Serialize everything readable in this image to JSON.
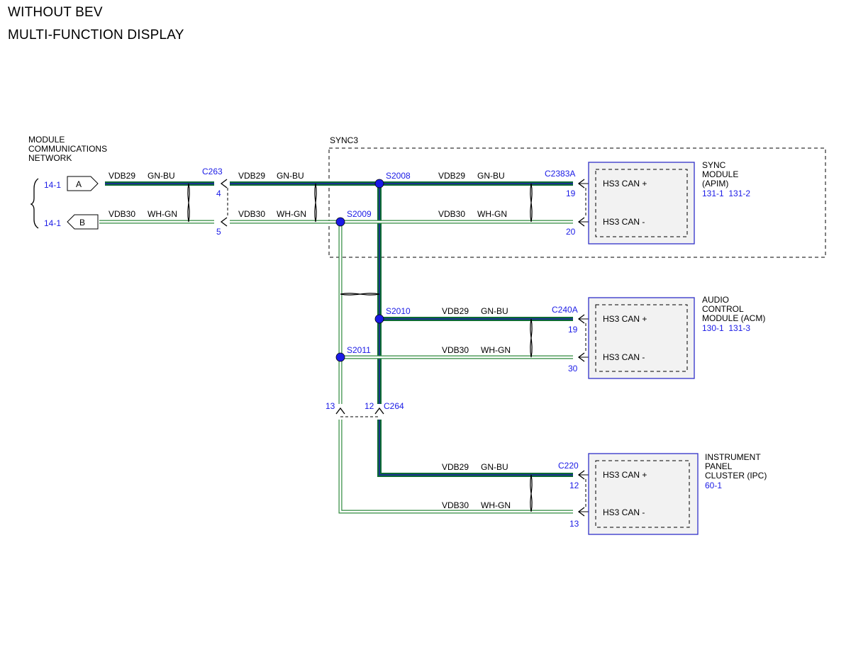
{
  "title": {
    "line1": "WITHOUT BEV",
    "line2": "MULTI-FUNCTION DISPLAY"
  },
  "network": {
    "label": [
      "MODULE",
      "COMMUNICATIONS",
      "NETWORK"
    ],
    "ref_a": "14-1",
    "ref_b": "14-1",
    "conn_a": "A",
    "conn_b": "B"
  },
  "wires": {
    "gnbu_circuit": "VDB29",
    "gnbu_color": "GN-BU",
    "whgn_circuit": "VDB30",
    "whgn_color": "WH-GN"
  },
  "connectors": {
    "c263": {
      "name": "C263",
      "pin_top": "4",
      "pin_bottom": "5"
    },
    "c2383a": {
      "name": "C2383A",
      "pin_top": "19",
      "pin_bottom": "20"
    },
    "c240a": {
      "name": "C240A",
      "pin_top": "19",
      "pin_bottom": "30"
    },
    "c264": {
      "name": "C264",
      "pin_left": "13",
      "pin_right": "12"
    },
    "c220": {
      "name": "C220",
      "pin_top": "12",
      "pin_bottom": "13"
    }
  },
  "splices": {
    "s2008": "S2008",
    "s2009": "S2009",
    "s2010": "S2010",
    "s2011": "S2011"
  },
  "sync3": {
    "label": "SYNC3"
  },
  "modules": {
    "apim": {
      "name_lines": [
        "SYNC",
        "MODULE",
        "(APIM)"
      ],
      "refs": "131-1  131-2",
      "sig_plus": "HS3 CAN +",
      "sig_minus": "HS3 CAN -"
    },
    "acm": {
      "name_lines": [
        "AUDIO",
        "CONTROL",
        "MODULE (ACM)"
      ],
      "refs": "130-1  131-3",
      "sig_plus": "HS3 CAN +",
      "sig_minus": "HS3 CAN -"
    },
    "ipc": {
      "name_lines": [
        "INSTRUMENT",
        "PANEL",
        "CLUSTER (IPC)"
      ],
      "refs": "60-1",
      "sig_plus": "HS3 CAN +",
      "sig_minus": "HS3 CAN -"
    }
  },
  "colors": {
    "gnbu_core": "#0d6b33",
    "gnbu_stripe": "#1f1fb0",
    "whgn_edge": "#2f8a3e",
    "splice": "#1a1ae6",
    "module_border": "#3030c8",
    "module_fill": "#f2f2f2"
  }
}
